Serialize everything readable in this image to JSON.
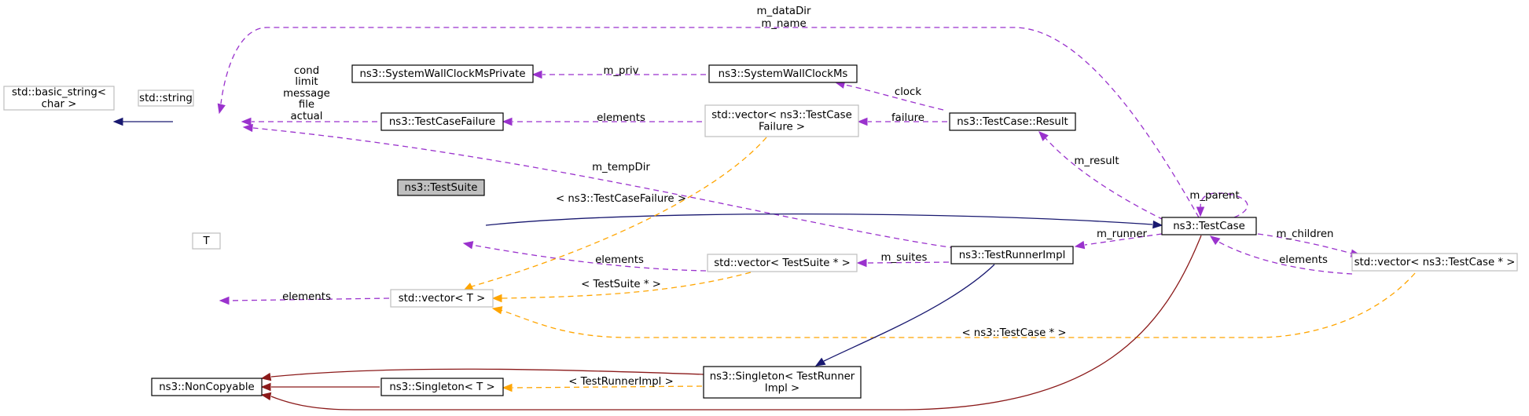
{
  "colors": {
    "inherit": "#191970",
    "private": "#8b1a1a",
    "usage": "#9a32cd",
    "template": "#ffa500",
    "node_border_documented": "#000000",
    "node_border_undocumented": "#bfbfbf",
    "focus_fill": "#bfbfbf"
  },
  "nodes": {
    "basic_string": {
      "lines": [
        "std::basic_string<",
        "char >"
      ],
      "style": "undocumented"
    },
    "string": {
      "lines": [
        "std::string"
      ],
      "style": "undocumented"
    },
    "test_suite": {
      "lines": [
        "ns3::TestSuite"
      ],
      "style": "focus"
    },
    "t": {
      "lines": [
        "T"
      ],
      "style": "undocumented"
    },
    "non_copyable": {
      "lines": [
        "ns3::NonCopyable"
      ],
      "style": "documented"
    },
    "clock_private": {
      "lines": [
        "ns3::SystemWallClockMsPrivate"
      ],
      "style": "documented"
    },
    "test_case_failure": {
      "lines": [
        "ns3::TestCaseFailure"
      ],
      "style": "documented"
    },
    "vector_t": {
      "lines": [
        "std::vector< T >"
      ],
      "style": "undocumented"
    },
    "singleton_t": {
      "lines": [
        "ns3::Singleton< T >"
      ],
      "style": "documented"
    },
    "clock": {
      "lines": [
        "ns3::SystemWallClockMs"
      ],
      "style": "documented"
    },
    "vector_failure": {
      "lines": [
        "std::vector< ns3::TestCase",
        "Failure >"
      ],
      "style": "undocumented"
    },
    "vector_suite": {
      "lines": [
        "std::vector< TestSuite * >"
      ],
      "style": "undocumented"
    },
    "singleton_runner": {
      "lines": [
        "ns3::Singleton< TestRunner",
        "Impl >"
      ],
      "style": "documented"
    },
    "result": {
      "lines": [
        "ns3::TestCase::Result"
      ],
      "style": "documented"
    },
    "runner_impl": {
      "lines": [
        "ns3::TestRunnerImpl"
      ],
      "style": "documented"
    },
    "test_case": {
      "lines": [
        "ns3::TestCase"
      ],
      "style": "documented"
    },
    "vector_case": {
      "lines": [
        "std::vector< ns3::TestCase * >"
      ],
      "style": "undocumented"
    }
  },
  "edges": [
    {
      "id": "string-basic",
      "kind": "inherit"
    },
    {
      "id": "data-dir",
      "kind": "usage",
      "labels": [
        "m_dataDir",
        "m_name"
      ]
    },
    {
      "id": "failure-string",
      "kind": "usage",
      "labels": [
        "cond",
        "limit",
        "message",
        "file",
        "actual"
      ]
    },
    {
      "id": "temp-dir",
      "kind": "usage",
      "labels": [
        "m_tempDir"
      ]
    },
    {
      "id": "priv",
      "kind": "usage",
      "labels": [
        "m_priv"
      ]
    },
    {
      "id": "vfail-elements",
      "kind": "usage",
      "labels": [
        "elements"
      ]
    },
    {
      "id": "clock-edge",
      "kind": "usage",
      "labels": [
        "clock"
      ]
    },
    {
      "id": "failure-edge",
      "kind": "usage",
      "labels": [
        "failure"
      ]
    },
    {
      "id": "result-edge",
      "kind": "usage",
      "labels": [
        "m_result"
      ]
    },
    {
      "id": "parent-edge",
      "kind": "usage",
      "labels": [
        "m_parent"
      ]
    },
    {
      "id": "suite-inherit",
      "kind": "inherit"
    },
    {
      "id": "runner-edge",
      "kind": "usage",
      "labels": [
        "m_runner"
      ]
    },
    {
      "id": "children-edge",
      "kind": "usage",
      "labels": [
        "m_children"
      ]
    },
    {
      "id": "vcase-elements",
      "kind": "usage",
      "labels": [
        "elements"
      ]
    },
    {
      "id": "vsuite-elements",
      "kind": "usage",
      "labels": [
        "elements"
      ]
    },
    {
      "id": "suites-edge",
      "kind": "usage",
      "labels": [
        "m_suites"
      ]
    },
    {
      "id": "t-elements",
      "kind": "usage",
      "labels": [
        "elements"
      ]
    },
    {
      "id": "tpl-failure",
      "kind": "template",
      "labels": [
        "< ns3::TestCaseFailure >"
      ]
    },
    {
      "id": "tpl-suite",
      "kind": "template",
      "labels": [
        "< TestSuite * >"
      ]
    },
    {
      "id": "tpl-case",
      "kind": "template",
      "labels": [
        "< ns3::TestCase * >"
      ]
    },
    {
      "id": "runner-singleton",
      "kind": "inherit"
    },
    {
      "id": "singleton-noncopy",
      "kind": "private"
    },
    {
      "id": "singleton-t-noncopy",
      "kind": "private"
    },
    {
      "id": "testcase-noncopy",
      "kind": "private"
    },
    {
      "id": "tpl-runner",
      "kind": "template",
      "labels": [
        "< TestRunnerImpl >"
      ]
    }
  ]
}
